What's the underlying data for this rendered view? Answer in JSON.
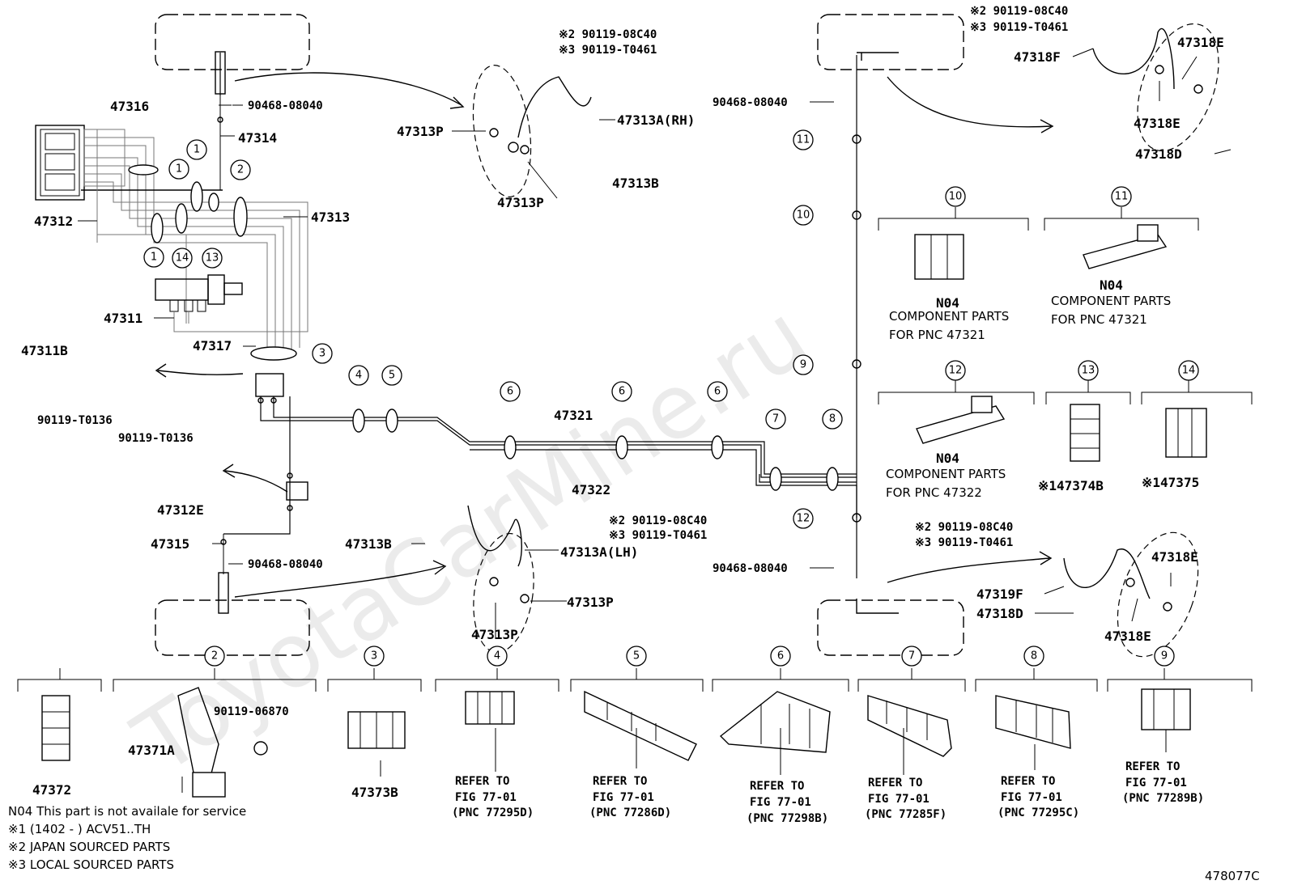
{
  "watermark": "ToyotaCarMine.ru",
  "figure_code": "478077C",
  "part_labels": {
    "p47316": "47316",
    "p47314": "47314",
    "p47312": "47312",
    "p47313": "47313",
    "p47311": "47311",
    "p47317": "47317",
    "p47311B": "47311B",
    "p90119_T0136_a": "90119-T0136",
    "p90119_T0136_b": "90119-T0136",
    "p47312E": "47312E",
    "p47315": "47315",
    "p90468_top_left": "90468-08040",
    "p90468_bot_left": "90468-08040",
    "p90468_top_right": "90468-08040",
    "p90468_bot_right": "90468-08040",
    "p47313P_a": "47313P",
    "p47313P_b": "47313P",
    "p47313A_RH": "47313A(RH)",
    "p47313B_a": "47313B",
    "p47313B_b": "47313B",
    "p47313A_LH": "47313A(LH)",
    "p47313P_c": "47313P",
    "p47313P_d": "47313P",
    "p47321": "47321",
    "p47322": "47322",
    "p47318E_a": "47318E",
    "p47318F": "47318F",
    "p47318E_b": "47318E",
    "p47318D_a": "47318D",
    "p47319F": "47319F",
    "p47318D_b": "47318D",
    "p47318E_c": "47318E",
    "p47318E_d": "47318E",
    "p47372": "47372",
    "p47371A": "47371A",
    "p90119_06870": "90119-06870",
    "p47373B": "47373B",
    "p47374B": "※147374B",
    "p47375": "※147375"
  },
  "bolt_notes": {
    "rh_top_2": "※2 90119-08C40",
    "rh_top_3": "※3 90119-T0461",
    "lh_2": "※2 90119-08C40",
    "lh_3": "※3 90119-T0461",
    "rr_top_2": "※2 90119-08C40",
    "rr_top_3": "※3 90119-T0461",
    "rr_bot_2": "※2 90119-08C40",
    "rr_bot_3": "※3 90119-T0461"
  },
  "callout_numbers": [
    "1",
    "2",
    "3",
    "4",
    "5",
    "6",
    "7",
    "8",
    "9",
    "10",
    "11",
    "12",
    "13",
    "14"
  ],
  "component_notes": {
    "n04": "N04",
    "comp_parts": "COMPONENT PARTS",
    "pnc_47321": "FOR PNC 47321",
    "pnc_47322": "FOR PNC 47322"
  },
  "refer": {
    "refer_to": "REFER TO",
    "fig": "FIG 77-01",
    "c4": "(PNC 77295D)",
    "c5": "(PNC 77286D)",
    "c6": "(PNC 77298B)",
    "c7": "(PNC 77285F)",
    "c8": "(PNC 77295C)",
    "c9": "(PNC 77289B)"
  },
  "legend": {
    "n04": "N04  This part is not availale for service",
    "note1": "※1 (1402 -          ) ACV51..TH",
    "note2": "※2 JAPAN SOURCED PARTS",
    "note3": "※3 LOCAL SOURCED PARTS"
  }
}
